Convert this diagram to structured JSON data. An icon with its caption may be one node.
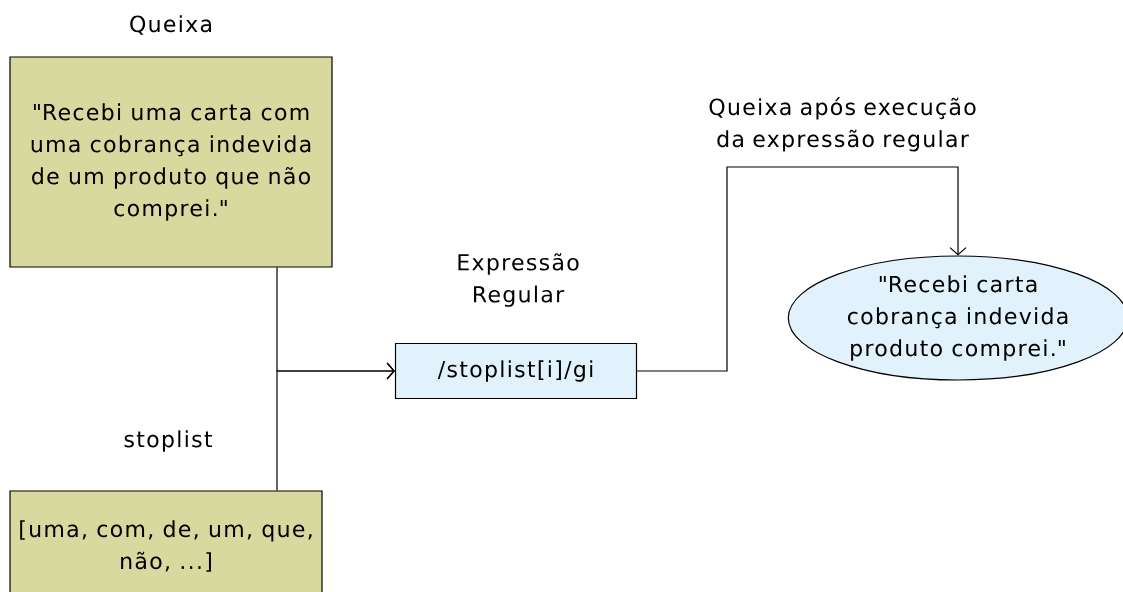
{
  "diagram": {
    "nodes": [
      {
        "text": [
          "Queixa",
          "\"Recebi uma carta com uma cobrança indevida de um produto que não comprei.\""
        ]
      },
      {
        "text": [
          "stoplist",
          "[uma, com, de, um, que, não, ...]"
        ]
      },
      {
        "text": [
          "Expressão Regular",
          "/stoplist[i]/gi"
        ]
      },
      {
        "text": [
          "\"Recebi carta cobrança indevida produto comprei.\""
        ]
      }
    ],
    "edges": [
      {
        "from": 0,
        "to": 2,
        "arrow": "to"
      },
      {
        "from": 1,
        "to": 2,
        "arrow": "to"
      },
      {
        "from": 2,
        "to": 3,
        "arrow": "to",
        "label": "Queixa após execução da expressão regular"
      }
    ]
  }
}
